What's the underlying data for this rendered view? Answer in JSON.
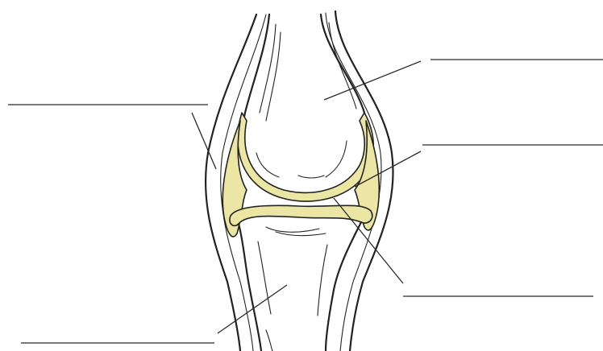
{
  "diagram": {
    "subject": "synovial-joint",
    "colors": {
      "cartilage_fill": "#ece6a4",
      "outline": "#222222",
      "background": "#ffffff"
    },
    "labels": [
      {
        "id": "label-top-right",
        "text": ""
      },
      {
        "id": "label-upper-left",
        "text": ""
      },
      {
        "id": "label-middle-right",
        "text": ""
      },
      {
        "id": "label-lower-right",
        "text": ""
      },
      {
        "id": "label-bottom-left",
        "text": ""
      }
    ]
  }
}
